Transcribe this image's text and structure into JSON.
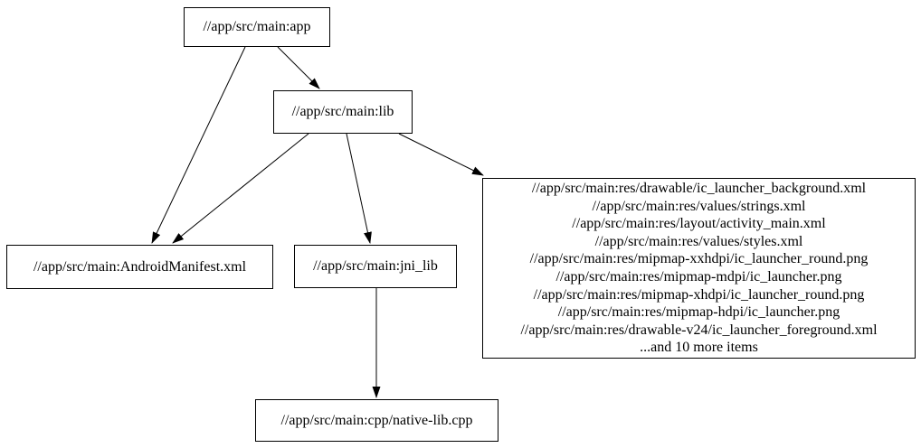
{
  "diagram": {
    "type": "directed-dependency-graph",
    "background_color": "#ffffff",
    "node_border_color": "#000000",
    "node_fill_color": "#ffffff",
    "text_color": "#000000",
    "edge_color": "#000000",
    "nodes": [
      {
        "id": "app",
        "label": "//app/src/main:app"
      },
      {
        "id": "lib",
        "label": "//app/src/main:lib"
      },
      {
        "id": "manifest",
        "label": "//app/src/main:AndroidManifest.xml"
      },
      {
        "id": "jni_lib",
        "label": "//app/src/main:jni_lib"
      },
      {
        "id": "res_group",
        "lines": [
          "//app/src/main:res/drawable/ic_launcher_background.xml",
          "//app/src/main:res/values/strings.xml",
          "//app/src/main:res/layout/activity_main.xml",
          "//app/src/main:res/values/styles.xml",
          "//app/src/main:res/mipmap-xxhdpi/ic_launcher_round.png",
          "//app/src/main:res/mipmap-mdpi/ic_launcher.png",
          "//app/src/main:res/mipmap-xhdpi/ic_launcher_round.png",
          "//app/src/main:res/mipmap-hdpi/ic_launcher.png",
          "//app/src/main:res/drawable-v24/ic_launcher_foreground.xml",
          "...and 10 more items"
        ]
      },
      {
        "id": "native_lib",
        "label": "//app/src/main:cpp/native-lib.cpp"
      }
    ],
    "edges": [
      {
        "from": "app",
        "to": "lib"
      },
      {
        "from": "app",
        "to": "manifest"
      },
      {
        "from": "lib",
        "to": "manifest"
      },
      {
        "from": "lib",
        "to": "jni_lib"
      },
      {
        "from": "lib",
        "to": "res_group"
      },
      {
        "from": "jni_lib",
        "to": "native_lib"
      }
    ]
  }
}
